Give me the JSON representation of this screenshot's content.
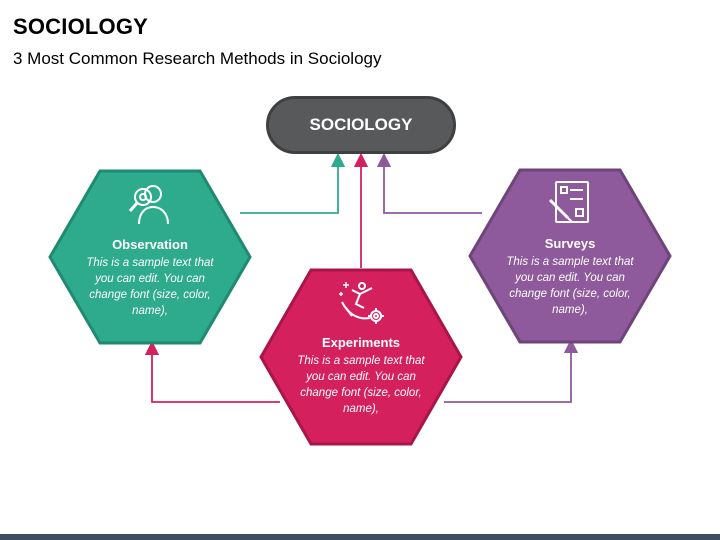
{
  "header": {
    "title": "SOCIOLOGY",
    "subtitle": "3 Most Common Research Methods in Sociology"
  },
  "center": {
    "label": "SOCIOLOGY"
  },
  "nodes": [
    {
      "id": "observation",
      "title": "Observation",
      "text": "This is a sample text that you can edit. You can change font (size, color, name),",
      "color": "#2eab8d",
      "icon": "magnifier-person-icon"
    },
    {
      "id": "experiments",
      "title": "Experiments",
      "text": "This is a sample text that you can edit. You can change font (size, color, name),",
      "color": "#d4215e",
      "icon": "skier-gear-icon"
    },
    {
      "id": "surveys",
      "title": "Surveys",
      "text": "This is a sample text that you can edit. You can change font (size, color, name),",
      "color": "#8e5a9b",
      "icon": "survey-form-icon"
    }
  ],
  "colors": {
    "center": "#58595b",
    "observation": "#2eab8d",
    "experiments": "#d4215e",
    "surveys": "#8e5a9b",
    "footer": "#3d4f63"
  }
}
